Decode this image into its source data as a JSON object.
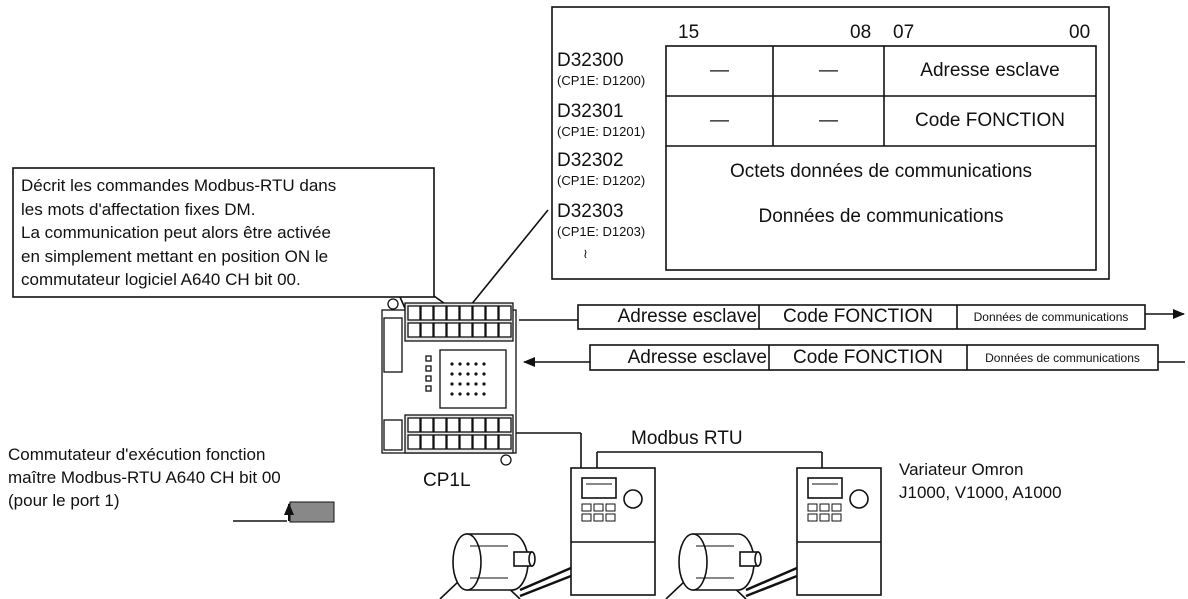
{
  "memory_table": {
    "bit_labels": [
      "15",
      "08",
      "07",
      "00"
    ],
    "rows": [
      {
        "word": "D32300",
        "cp1e": "(CP1E: D1200)",
        "upper": "—",
        "mid": "—",
        "lower": "Adresse esclave"
      },
      {
        "word": "D32301",
        "cp1e": "(CP1E: D1201)",
        "upper": "—",
        "mid": "—",
        "lower": "Code FONCTION"
      },
      {
        "word": "D32302",
        "cp1e": "(CP1E: D1202)"
      },
      {
        "word": "D32303",
        "cp1e": "(CP1E: D1203)"
      }
    ],
    "merged_line_1": "Octets données de communications",
    "merged_line_2": "Données de communications",
    "continuation": "≀"
  },
  "callout": {
    "lines": [
      "Décrit les commandes Modbus-RTU dans",
      "les mots d'affectation fixes DM.",
      "La communication peut alors être activée",
      "en simplement mettant en position ON le",
      "commutateur logiciel A640 CH bit 00."
    ]
  },
  "frames": {
    "sent": {
      "address": "Adresse esclave",
      "function": "Code FONCTION",
      "data": "Données de communications"
    },
    "received": {
      "address": "Adresse esclave",
      "function": "Code FONCTION",
      "data": "Données de communications"
    }
  },
  "plc_label": "CP1L",
  "bus_label": "Modbus RTU",
  "inverter_label": [
    "Variateur Omron",
    "J1000, V1000, A1000"
  ],
  "switch_label": [
    "Commutateur d'exécution fonction",
    "maître Modbus-RTU A640 CH bit 00",
    "(pour le port 1)"
  ],
  "colors": {
    "line": "#111111",
    "signal_fill": "#888888",
    "device_gray": "#dddddd"
  }
}
